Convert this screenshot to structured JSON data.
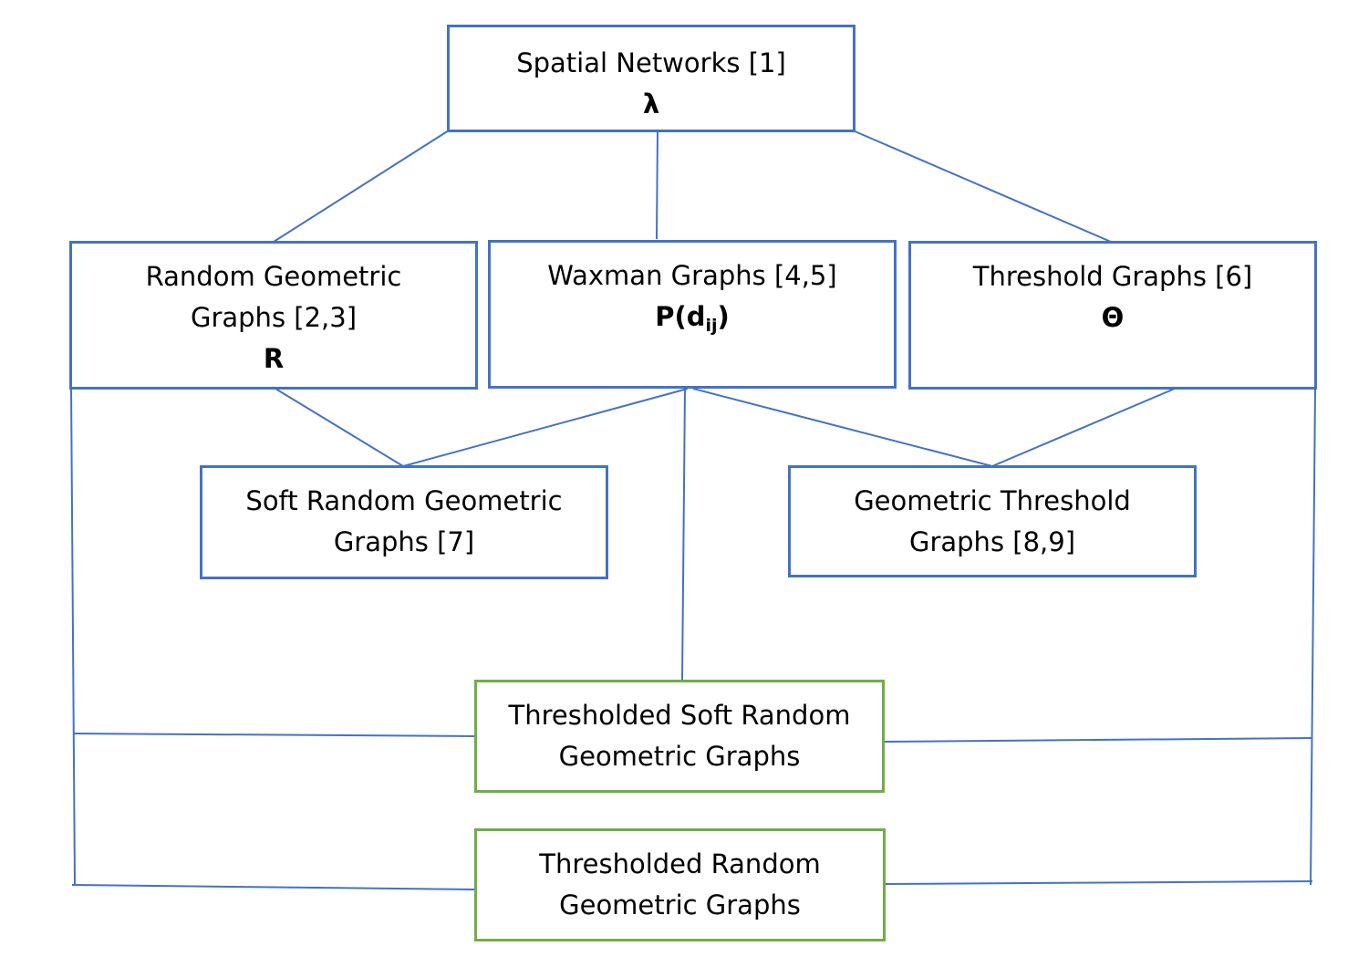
{
  "colors": {
    "connector": "#4472c4",
    "box_blue": "#4472c4",
    "box_green": "#70ad47"
  },
  "nodes": {
    "spatial_networks": {
      "label": "Spatial Networks [1]",
      "symbol": "λ"
    },
    "random_geometric": {
      "label_line1": "Random Geometric",
      "label_line2": "Graphs [2,3]",
      "symbol": "R"
    },
    "waxman": {
      "label": "Waxman Graphs [4,5]",
      "symbol_main": "P(d",
      "symbol_sub": "ij",
      "symbol_close": ")"
    },
    "threshold": {
      "label": "Threshold Graphs [6]",
      "symbol": "Θ"
    },
    "soft_random_geometric": {
      "label_line1": "Soft Random Geometric",
      "label_line2": "Graphs [7]"
    },
    "geometric_threshold": {
      "label_line1": "Geometric Threshold",
      "label_line2": "Graphs [8,9]"
    },
    "thresholded_soft_rgg": {
      "label_line1": "Thresholded Soft Random",
      "label_line2": "Geometric Graphs"
    },
    "thresholded_rgg": {
      "label_line1": "Thresholded Random",
      "label_line2": "Geometric Graphs"
    }
  }
}
